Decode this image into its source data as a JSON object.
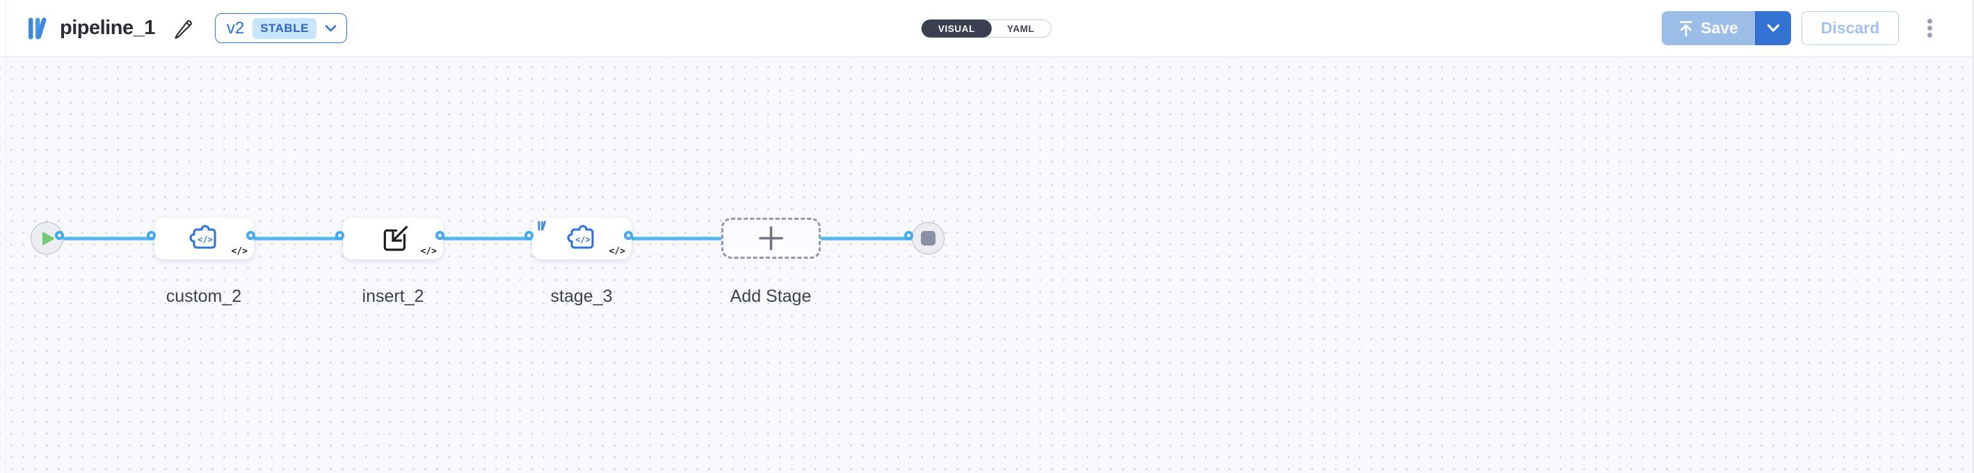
{
  "header": {
    "logo_icon": "library-icon",
    "title": "pipeline_1",
    "edit_icon": "pencil-icon",
    "version": {
      "label": "v2",
      "status_badge": "STABLE",
      "chevron_icon": "chevron-down-icon"
    },
    "view_toggle": {
      "options": [
        {
          "label": "VISUAL",
          "selected": true
        },
        {
          "label": "YAML",
          "selected": false
        }
      ]
    },
    "actions": {
      "save": {
        "label": "Save",
        "icon": "upload-arrow-icon",
        "enabled": false
      },
      "save_menu_icon": "chevron-down-icon",
      "discard": {
        "label": "Discard",
        "enabled": false
      },
      "more_menu_icon": "kebab-menu-icon"
    }
  },
  "canvas": {
    "start_node": {
      "icon": "play-icon"
    },
    "end_node": {
      "icon": "stop-icon"
    },
    "stages": [
      {
        "label": "custom_2",
        "icon": "puzzle-code-icon",
        "badge": "</>"
      },
      {
        "label": "insert_2",
        "icon": "import-icon",
        "badge": "</>"
      },
      {
        "label": "stage_3",
        "icon": "puzzle-code-icon",
        "corner_icon": "library-icon",
        "badge": "</>"
      }
    ],
    "add_stage": {
      "label": "Add Stage",
      "icon": "plus-icon"
    }
  },
  "colors": {
    "accent_blue": "#2f6fd0",
    "edge_blue": "#57b6f1",
    "port_blue": "#41aaee",
    "node_icon_blue": "#2e73d8",
    "toggle_dark": "#3a4050",
    "save_disabled_bg": "#9dbde9",
    "save_menu_bg": "#3273d3",
    "stable_badge_bg": "#c9e5fb",
    "play_green": "#74ca70",
    "canvas_bg": "#f8f9fc"
  }
}
